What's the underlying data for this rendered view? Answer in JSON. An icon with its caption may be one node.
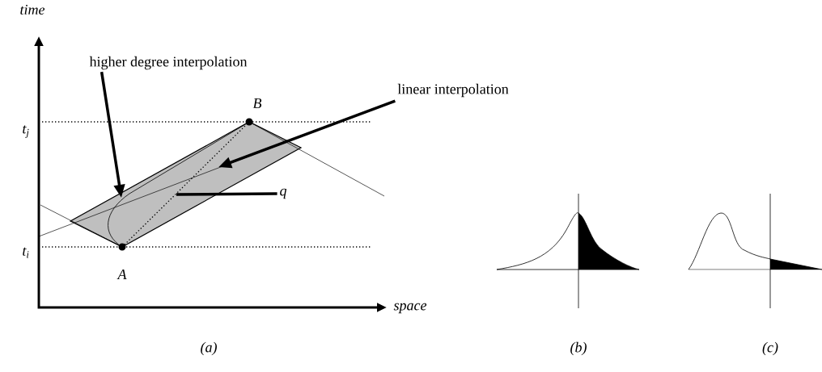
{
  "diagram": {
    "nodes": [
      {
        "text": [
          "higher degree interpolation"
        ]
      },
      {
        "text": [
          "linear interpolation"
        ]
      },
      {
        "text": [
          "q"
        ]
      }
    ],
    "edges": [
      {
        "from": 0,
        "to": null,
        "arrow": "to"
      },
      {
        "from": 1,
        "to": null,
        "arrow": "to"
      },
      {
        "from": 2,
        "to": null,
        "arrow": "none"
      }
    ],
    "labels": [
      "time",
      "t$_{j}$",
      "B",
      "t$_{i}$",
      "A",
      "space",
      "(a)",
      "(b)",
      "(c)"
    ]
  }
}
